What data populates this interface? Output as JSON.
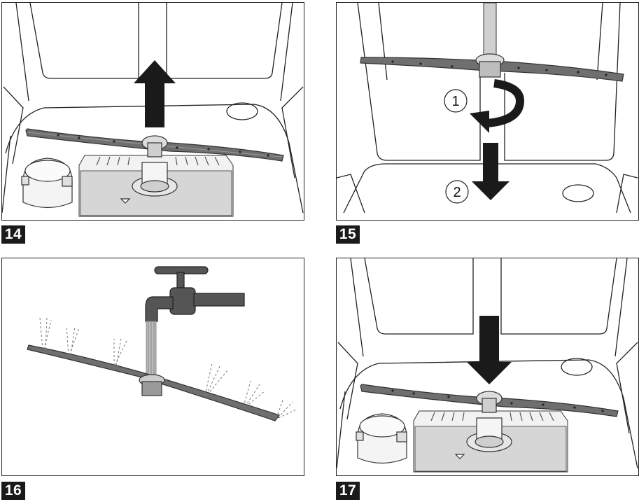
{
  "steps": [
    {
      "number": "14"
    },
    {
      "number": "15",
      "callouts": [
        "1",
        "2"
      ]
    },
    {
      "number": "16"
    },
    {
      "number": "17"
    }
  ],
  "colors": {
    "outline": "#222222",
    "arm": "#6f6f6f",
    "arm_dark": "#4a4a4a",
    "filter": "#d6d6d6",
    "tap": "#555555",
    "water": "#9a9a9a"
  },
  "icons": [
    "arrow-up-icon",
    "arrow-down-icon",
    "rotate-arrow-icon",
    "water-tap-icon",
    "water-spray-icon"
  ]
}
